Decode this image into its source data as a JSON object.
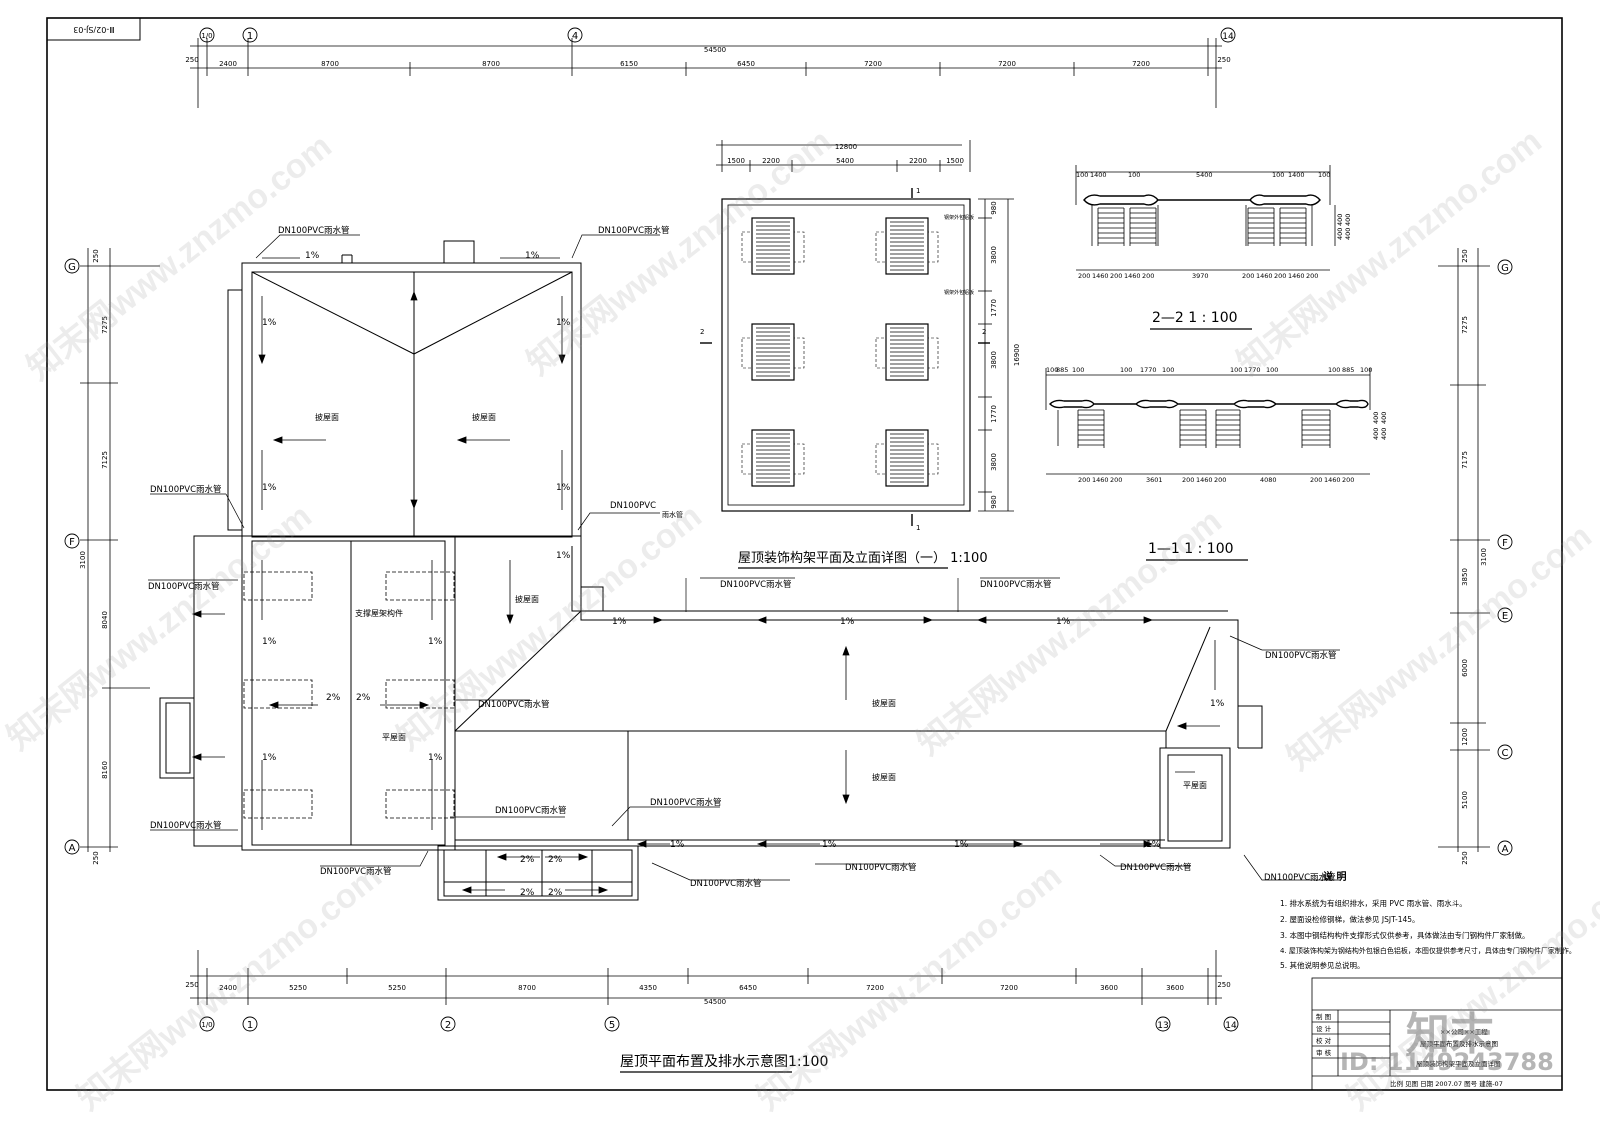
{
  "colors": {
    "line": "#000000",
    "watermark": "#9a9a9a",
    "background": "#ffffff"
  },
  "corner_label": "Ⅲ-02/SJ-03",
  "grid_top": {
    "labels": [
      "1/0",
      "1",
      "4",
      "14"
    ],
    "total": "54500",
    "dims": [
      "250",
      "2400",
      "8700",
      "8700",
      "6150",
      "6450",
      "7200",
      "7200",
      "7200",
      "250"
    ]
  },
  "grid_bottom": {
    "labels": [
      "1/0",
      "1",
      "2",
      "5",
      "13",
      "14"
    ],
    "total": "54500",
    "dims": [
      "250",
      "2400",
      "5250",
      "5250",
      "8700",
      "4350",
      "6450",
      "7200",
      "7200",
      "3600",
      "3600",
      "250"
    ]
  },
  "grid_left": {
    "labels": [
      "G",
      "F",
      "A"
    ],
    "dims": [
      "250",
      "7275",
      "7125",
      "3100",
      "8040",
      "8160",
      "250"
    ]
  },
  "grid_right": {
    "labels": [
      "G",
      "F",
      "E",
      "C",
      "A"
    ],
    "dims": [
      "250",
      "7275",
      "7175",
      "3100",
      "3850",
      "6000",
      "1200",
      "5100",
      "250"
    ]
  },
  "pipe_label": "DN100PVC雨水管",
  "pipe_label_short": "DN100PVC",
  "pipe_label_suffix": "雨水管",
  "slopes": {
    "one": "1%",
    "two": "2%"
  },
  "roof_labels": {
    "slope_roof": "披屋面",
    "flat_roof": "平屋面",
    "support": "支撑屋架构件"
  },
  "plan_title": "屋顶平面布置及排水示意图1:100",
  "detail_title": "屋顶装饰构架平面及立面详图（一）   1:100",
  "detail": {
    "top_total": "12800",
    "top_dims": [
      "1500",
      "2200",
      "5400",
      "2200",
      "1500"
    ],
    "right_dims": [
      "980",
      "3800",
      "1770",
      "3800",
      "1770",
      "3800",
      "980"
    ],
    "right_total": "16900",
    "note1": "钢架外包铝板",
    "note2": "钢架外包铝板",
    "section_marks": [
      "1",
      "1",
      "2",
      "2"
    ]
  },
  "section22": {
    "title": "2—2  1 : 100",
    "top_dims": [
      "100",
      "1400",
      "100",
      "5400",
      "100",
      "1400",
      "100"
    ],
    "bottom_dims": [
      "200",
      "1460",
      "200",
      "1460",
      "200",
      "3970",
      "200",
      "1460",
      "200",
      "1460",
      "200"
    ],
    "side_dims": [
      "400",
      "400",
      "400",
      "400"
    ]
  },
  "section11": {
    "title": "1—1  1 : 100",
    "top_dims": [
      "100",
      "885",
      "100",
      "100",
      "1770",
      "100",
      "100",
      "1770",
      "100",
      "100",
      "885",
      "100"
    ],
    "bottom_dims": [
      "200",
      "1460",
      "200",
      "3601",
      "200",
      "1460",
      "200",
      "4080",
      "200",
      "1460",
      "200"
    ],
    "side_dims": [
      "400",
      "400",
      "400",
      "400"
    ]
  },
  "notes": {
    "title": "说  明",
    "items": [
      "1.  排水系统为有组织排水，采用 PVC 雨水管、雨水斗。",
      "2.  屋面设检修钢梯，做法参见 JSJT-145。",
      "3.  本图中钢结构构件支撑形式仅供参考，具体做法由专门钢构件厂家制做。",
      "4.  屋顶装饰构架为钢结构外包银白色铝板，本图仅提供参考尺寸，具体由专门钢构件厂家制作。",
      "5.  其他说明参见总说明。"
    ]
  },
  "title_block": {
    "rows": [
      "制 图",
      "设 计",
      "校 对",
      "审 核"
    ],
    "drawing_name_1": "屋顶平面布置及排水示意图",
    "drawing_name_2": "屋顶装饰构架平面及立面详图",
    "project": "××公司××工程",
    "footer": "比例  见图    日期  2007.07    图号  建施-07"
  },
  "watermark_text": "知末网www.znzmo.com",
  "brand_logo": "知末",
  "brand_id": "ID: 1149243788"
}
